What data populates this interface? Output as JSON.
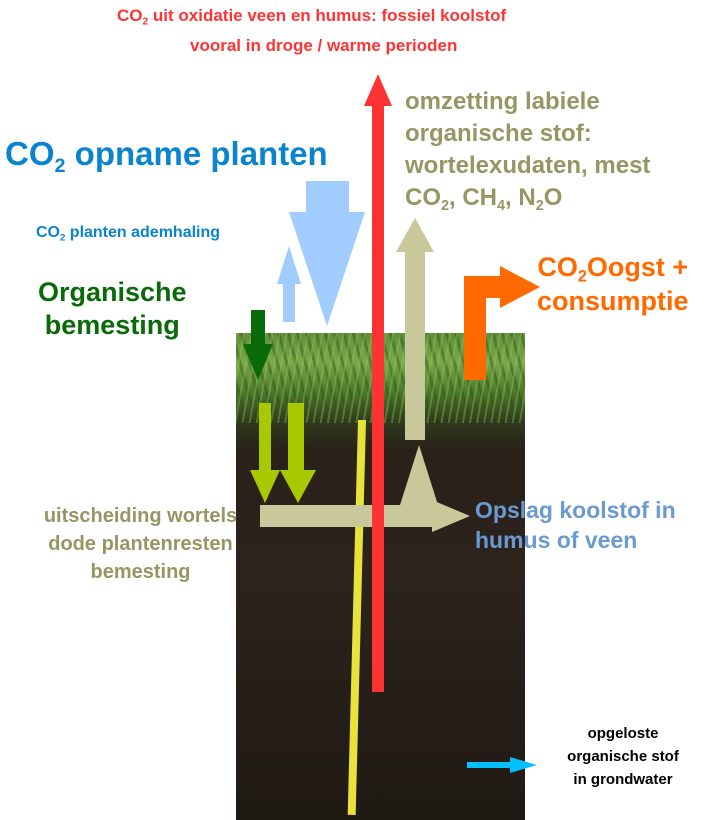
{
  "labels": {
    "oxidation_line1_pre": "CO",
    "oxidation_line1_sub": "2",
    "oxidation_line1_post": " uit oxidatie veen en humus: fossiel koolstof",
    "oxidation_line2": "vooral in droge / warme perioden",
    "uptake_pre": "CO",
    "uptake_sub": "2",
    "uptake_post": " opname planten",
    "respiration_pre": "CO",
    "respiration_sub": "2",
    "respiration_post": " planten ademhaling",
    "organic_fertilization_line1": "Organische",
    "organic_fertilization_line2": "bemesting",
    "conversion_line1": "omzetting labiele",
    "conversion_line2": "organische stof:",
    "conversion_line3": "wortelexudaten, mest",
    "conversion_gases": [
      "CO",
      "2",
      ", CH",
      "4",
      ", N",
      "2",
      "O"
    ],
    "harvest_pre": "CO",
    "harvest_sub": "2",
    "harvest_post": "Oogst +",
    "harvest_line2": "consumptie",
    "inputs_line1": "uitscheiding wortels",
    "inputs_line2": "dode plantenresten",
    "inputs_line3": "bemesting",
    "storage_line1": "Opslag koolstof in",
    "storage_line2": "humus of veen",
    "dissolved_line1": "opgeloste",
    "dissolved_line2": "organische stof",
    "dissolved_line3": "in grondwater"
  },
  "colors": {
    "red": "#ff3333",
    "blue_text": "#0a84d0",
    "light_blue": "#a0ccff",
    "dark_green": "#0a6a0a",
    "lime": "#a8c800",
    "khaki": "#c8c89a",
    "khaki_text": "#969664",
    "orange": "#ff6a00",
    "storage_blue": "#6a9ad0",
    "cyan": "#00c0ff"
  }
}
